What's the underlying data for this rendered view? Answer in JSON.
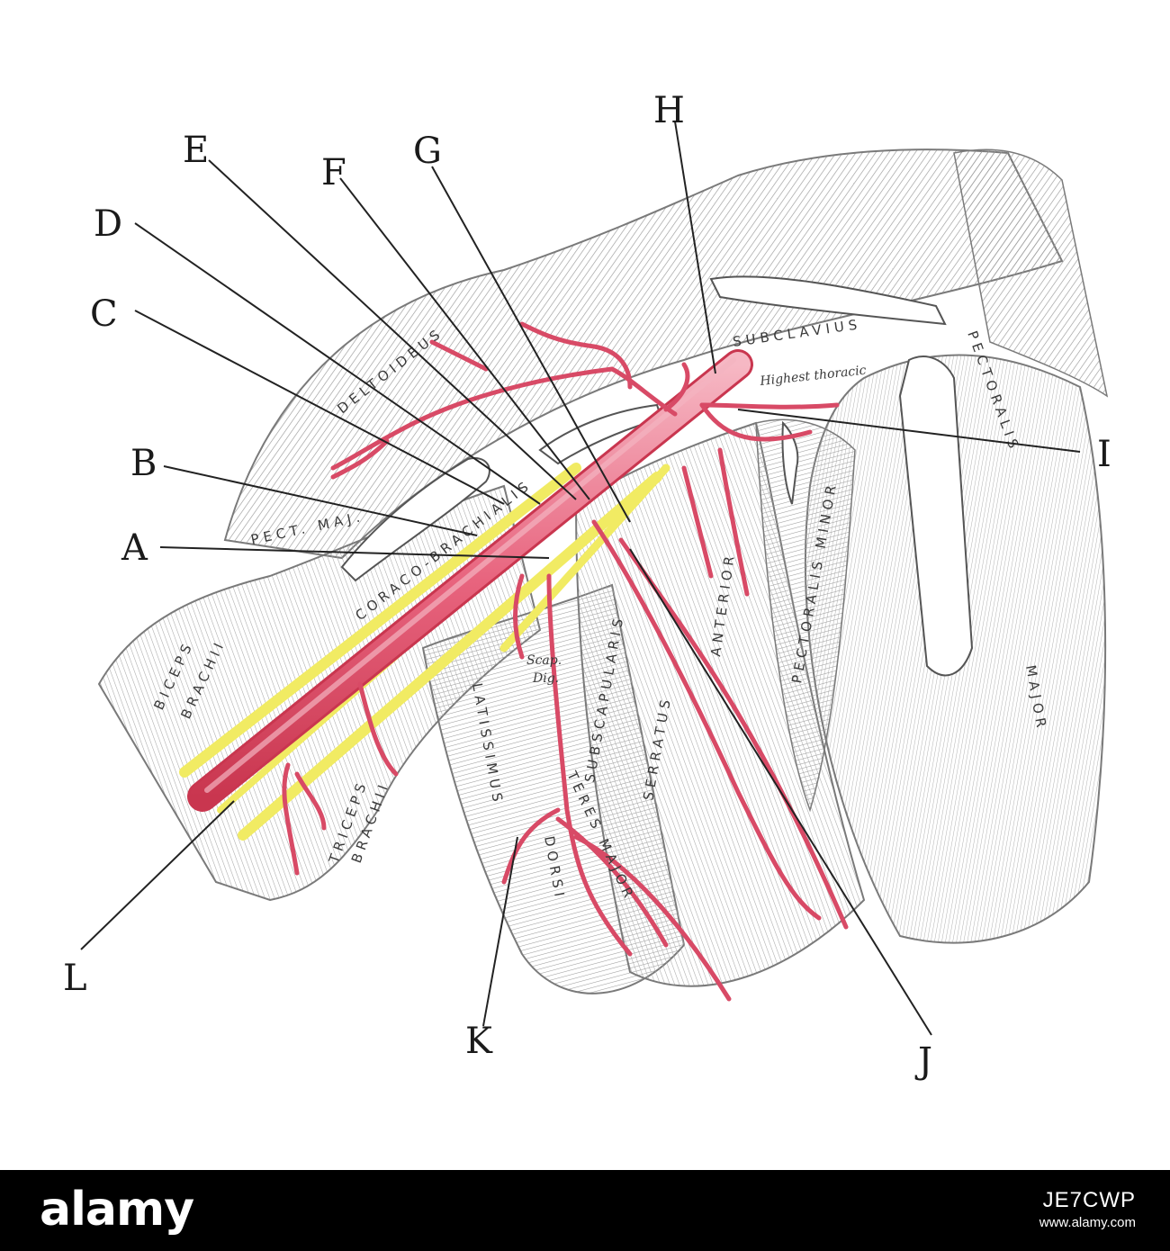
{
  "figure": {
    "callouts": [
      "A",
      "B",
      "C",
      "D",
      "E",
      "F",
      "G",
      "H",
      "I",
      "J",
      "K",
      "L"
    ],
    "muscle_labels": {
      "deltoideus": "DELTOIDEUS",
      "coracobrachialis": "CORACO-BRACHIALIS",
      "pect_maj": "PECT. MAJ.",
      "biceps": "BICEPS",
      "biceps_brachii": "BRACHII",
      "triceps": "TRICEPS",
      "triceps_brachii": "BRACHII",
      "latissimus": "LATISSIMUS",
      "dorsi": "DORSI",
      "subscapularis": "SUBSCAPULARIS",
      "serratus": "SERRATUS",
      "anterior": "ANTERIOR",
      "pectoralis_minor": "PECTORALIS MINOR",
      "subclavius": "SUBCLAVIUS",
      "pectoralis": "PECTORALIS",
      "major": "MAJOR",
      "teres_major": "TERES MAJOR",
      "highest_thoracic": "Highest thoracic",
      "scap": "Scap.",
      "dig": "Dig."
    },
    "colors": {
      "artery": "#e0506a",
      "artery_light": "#f1a5b4",
      "nerve": "#f3ee6a",
      "muscle_line": "#8a8a8a",
      "label_line": "#222222"
    }
  },
  "footer": {
    "brand": "alamy",
    "image_id": "JE7CWP",
    "url": "www.alamy.com"
  }
}
